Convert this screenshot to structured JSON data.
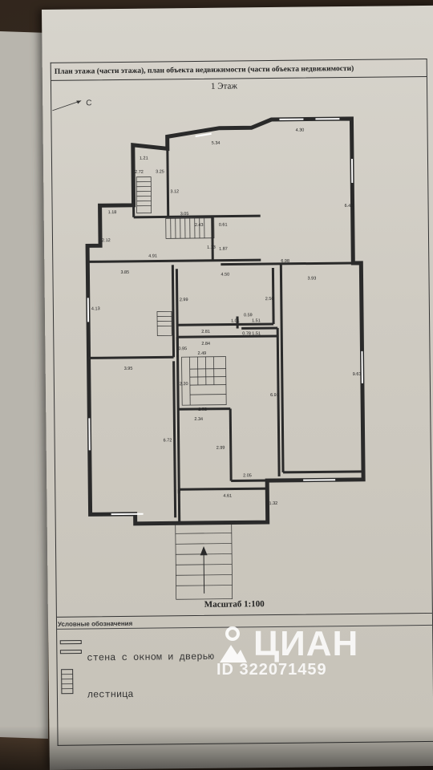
{
  "document": {
    "title": "План этажа (части этажа), план объекта недвижимости (части объекта недвижимости)",
    "floor_label": "1 Этаж",
    "north_label": "С",
    "scale_label": "Масштаб 1:100"
  },
  "dimensions": {
    "d1": "5.34",
    "d2": "4.30",
    "d3": "1.21",
    "d4": "2.72",
    "d5": "3.25",
    "d6": "3.12",
    "d7": "6.42",
    "d8": "1.18",
    "d9": "3.05",
    "d10": "2.43",
    "d11": "0.61",
    "d12": "2.12",
    "d13": "1.87",
    "d14": "4.91",
    "d15": "6.98",
    "d16": "1.13",
    "d17": "3.85",
    "d18": "4.50",
    "d19": "3.93",
    "d20": "4.13",
    "d21": "2.99",
    "d22": "2.50",
    "d23": "1.51",
    "d24": "0.59",
    "d25": "2.81",
    "d26": "1.01",
    "d27": "0.78",
    "d28": "1.51",
    "d29": "2.84",
    "d30": "0.95",
    "d31": "2.49",
    "d32": "3.95",
    "d33": "9.63",
    "d34": "2.20",
    "d35": "6.91",
    "d36": "2.52",
    "d37": "2.34",
    "d38": "6.72",
    "d39": "2.99",
    "d40": "2.05",
    "d41": "4.61",
    "d42": "1.32"
  },
  "legend": {
    "header": "Условные обозначения",
    "items": [
      {
        "label": "стена с окном и дверью"
      },
      {
        "label": "лестница"
      }
    ]
  },
  "watermark": {
    "brand": "ЦИАН",
    "id_text": "ID 322071459"
  }
}
